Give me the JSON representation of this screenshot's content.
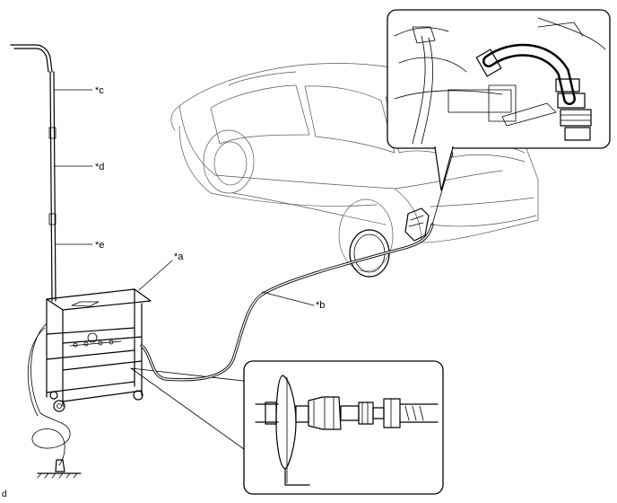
{
  "labels": {
    "a": "*a",
    "b": "*b",
    "c": "*c",
    "d": "*d",
    "e": "*e"
  },
  "figure_id": "d"
}
